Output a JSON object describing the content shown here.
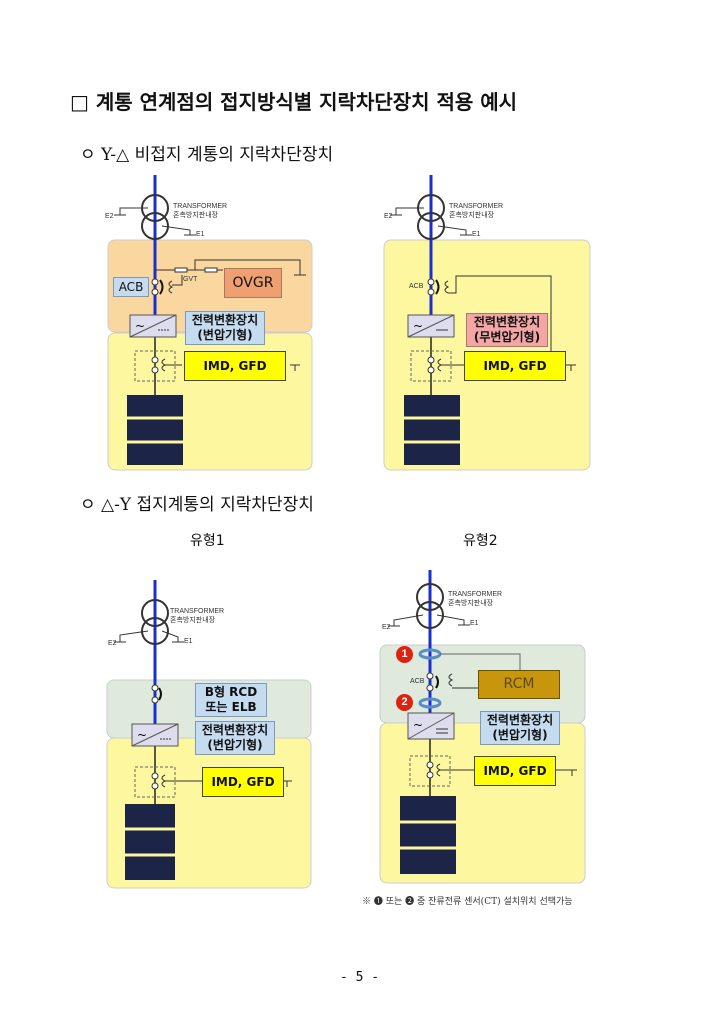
{
  "title": "□ 계통 연계점의 접지방식별 지락차단장치 적용 예시",
  "section1": "ㅇ Y-△ 비접지 계통의 지락차단장치",
  "section2": "ㅇ △-Y 접지계통의 지락차단장치",
  "type1": "유형1",
  "type2": "유형2",
  "common": {
    "transformer": "TRANSFORMER",
    "transformer_sub": "혼촉방지판내장",
    "e1": "E1",
    "e2": "E2",
    "imd": "IMD, GFD",
    "acb": "ACB",
    "pcs1": "전력변환장치",
    "pcs_trans": "(변압기형)",
    "pcs_notrans": "(무변압기형)"
  },
  "diagram1": {
    "ovgr": "OVGR",
    "gvt": "GVT"
  },
  "diagram3": {
    "rcd1": "B형 RCD",
    "rcd2": "또는 ELB"
  },
  "diagram4": {
    "rcm": "RCM",
    "badge1": "1",
    "badge2": "2"
  },
  "note": "※ ❶ 또는 ❷ 중 잔류전류 센서(CT) 설치위치 선택가능",
  "page_number": "- 5 -",
  "colors": {
    "orange": "#fbd7a0",
    "yellow": "#fdf7a0",
    "green": "#dfe9dc",
    "line": "#1a2fd0"
  }
}
